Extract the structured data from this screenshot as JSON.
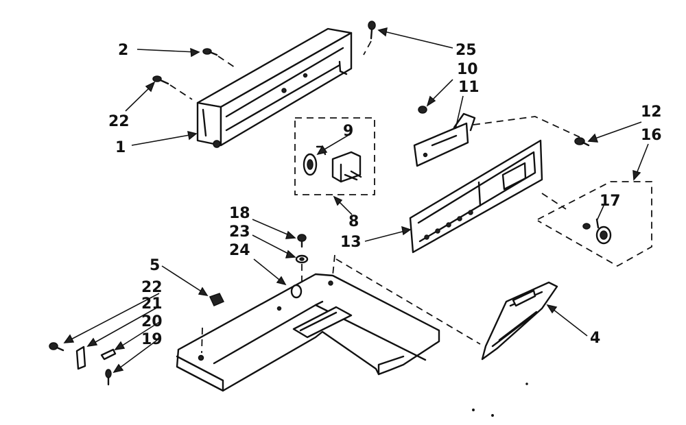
{
  "callouts": [
    {
      "id": "c1",
      "label": "1"
    },
    {
      "id": "c2",
      "label": "2"
    },
    {
      "id": "c22a",
      "label": "22"
    },
    {
      "id": "c25",
      "label": "25"
    },
    {
      "id": "c10",
      "label": "10"
    },
    {
      "id": "c11",
      "label": "11"
    },
    {
      "id": "c9",
      "label": "9"
    },
    {
      "id": "c8",
      "label": "8"
    },
    {
      "id": "c12",
      "label": "12"
    },
    {
      "id": "c16",
      "label": "16"
    },
    {
      "id": "c17",
      "label": "17"
    },
    {
      "id": "c13",
      "label": "13"
    },
    {
      "id": "c18",
      "label": "18"
    },
    {
      "id": "c23",
      "label": "23"
    },
    {
      "id": "c24",
      "label": "24"
    },
    {
      "id": "c5",
      "label": "5"
    },
    {
      "id": "c22b",
      "label": "22"
    },
    {
      "id": "c21",
      "label": "21"
    },
    {
      "id": "c20",
      "label": "20"
    },
    {
      "id": "c19",
      "label": "19"
    },
    {
      "id": "c4",
      "label": "4"
    }
  ],
  "colors": {
    "ink": "#111111",
    "paper": "#ffffff"
  }
}
